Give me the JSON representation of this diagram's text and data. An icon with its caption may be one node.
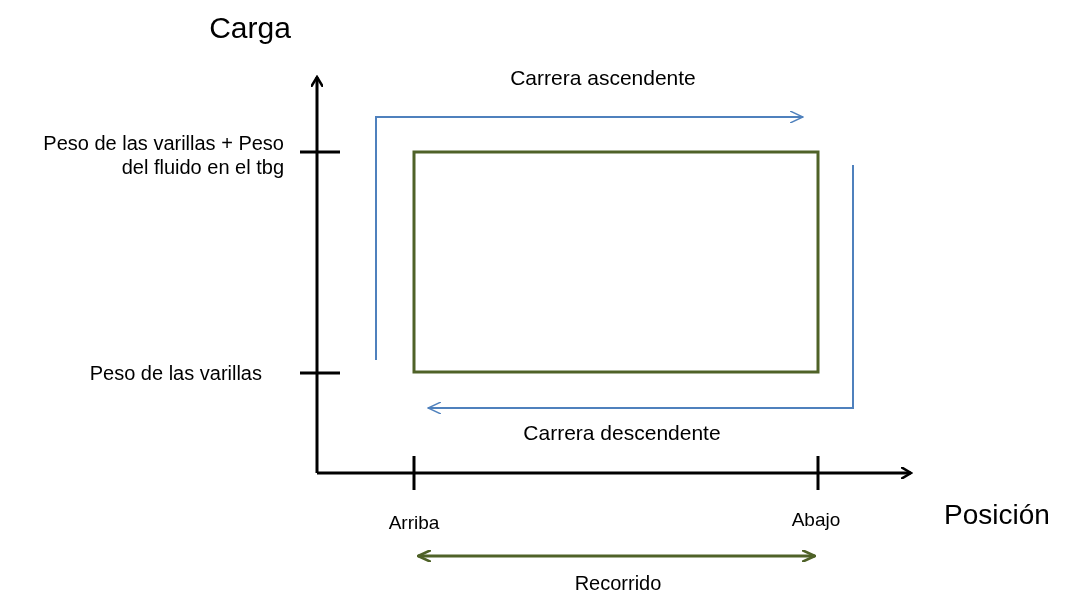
{
  "diagram": {
    "nodes": [
      {
        "text": [],
        "shape": "box"
      }
    ],
    "labels": [
      "Carga",
      "Carrera ascendente",
      "Peso de las varillas + Peso del fluido en el tbg",
      "Peso de las varillas",
      "Carrera descendente",
      "Arriba",
      "Abajo",
      "Posición",
      "Recorrido"
    ]
  }
}
